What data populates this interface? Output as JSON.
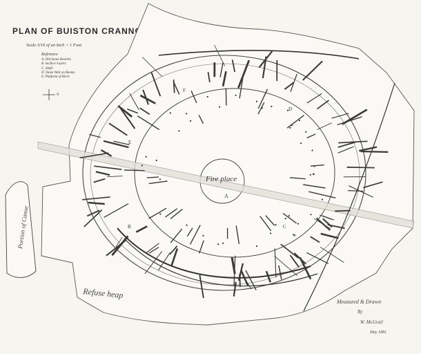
{
  "title": "PLAN OF BUISTON CRANNOG",
  "scale": "Scale 3/16 of an Inch = 1 Foot",
  "reference": {
    "heading": "Reference",
    "items": [
      "A. Old Stone Hearths",
      "B. Surface Layers",
      "C. Shaft",
      "D. Stone Wall on Beams",
      "E. Platform of Birch"
    ]
  },
  "compass_letter": "N",
  "labels": {
    "fire_place": "Fire place",
    "refuse_heap": "Refuse heap",
    "canoe": "Portion of Canoe"
  },
  "letters": [
    "A",
    "B",
    "C",
    "D",
    "E",
    "F"
  ],
  "credit": {
    "line1": "Measured & Drawn",
    "line2": "By",
    "line3": "W. McGrail",
    "line4": "May 1881"
  },
  "colors": {
    "ink": "#3a3a3a",
    "paper": "#f7f5f0"
  }
}
